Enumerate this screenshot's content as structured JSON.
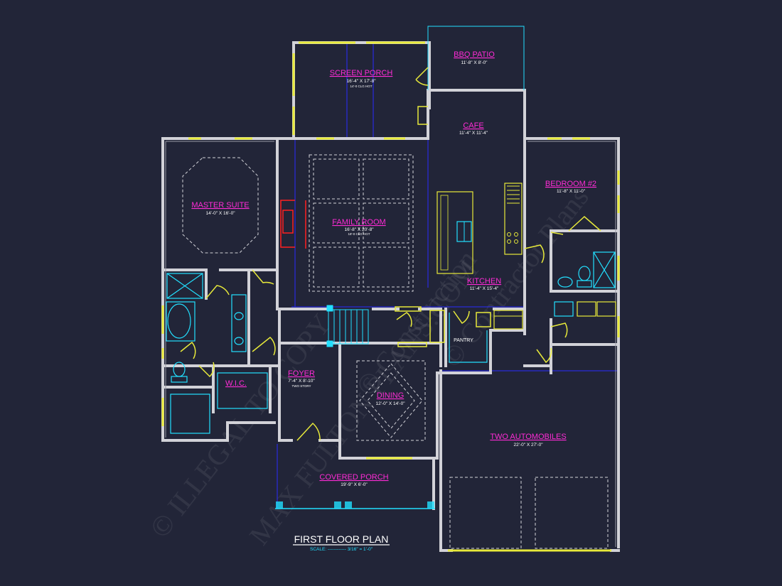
{
  "plan": {
    "title": "FIRST FLOOR PLAN",
    "scale": "SCALE: ------------ 3/16\" = 1'-0\""
  },
  "rooms": {
    "bbq_patio": {
      "name": "BBQ PATIO",
      "dim": "11'-8\" X 8'-0\""
    },
    "screen_porch": {
      "name": "SCREEN PORCH",
      "dim": "16'-4\" X 17'-8\"",
      "note": "14'-0 CLG HGT"
    },
    "cafe": {
      "name": "CAFE",
      "dim": "11'-4\" X 11'-4\""
    },
    "bedroom2": {
      "name": "BEDROOM #2",
      "dim": "11'-8\" X 11'-0\""
    },
    "master_suite": {
      "name": "MASTER SUITE",
      "dim": "14'-0\" X 16'-0\""
    },
    "family_room": {
      "name": "FAMILY ROOM",
      "dim": "16'-8\" X 20'-8\"",
      "note": "18'-0 CLG HGT"
    },
    "kitchen": {
      "name": "KITCHEN",
      "dim": "11'-4\" X 15'-4\""
    },
    "pantry": {
      "name": "PANTRY"
    },
    "wic": {
      "name": "W.I.C."
    },
    "foyer": {
      "name": "FOYER",
      "dim": "7'-4\" X 8'-10\"",
      "note": "TWO STORY"
    },
    "dining": {
      "name": "DINING",
      "dim": "12'-0\" X 14'-0\""
    },
    "garage": {
      "name": "TWO AUTOMOBILES",
      "dim": "22'-0\" X 27'-0\""
    },
    "covered_porch": {
      "name": "COVERED PORCH",
      "dim": "19'-9\" X 6'-0\""
    }
  },
  "watermark": {
    "lines": [
      "© ILLEGAL TO COPY",
      "MAX FULTON PLANS.COM",
      "© Construction",
      "© Contractor Plans"
    ]
  },
  "colors": {
    "background": "#222538",
    "wall": "#d2d2d8",
    "label": "#ff2bd6",
    "window": "#e8ea3a",
    "fixture": "#22e0ff",
    "line": "#2a2aff",
    "fireplace": "#ff2020"
  }
}
